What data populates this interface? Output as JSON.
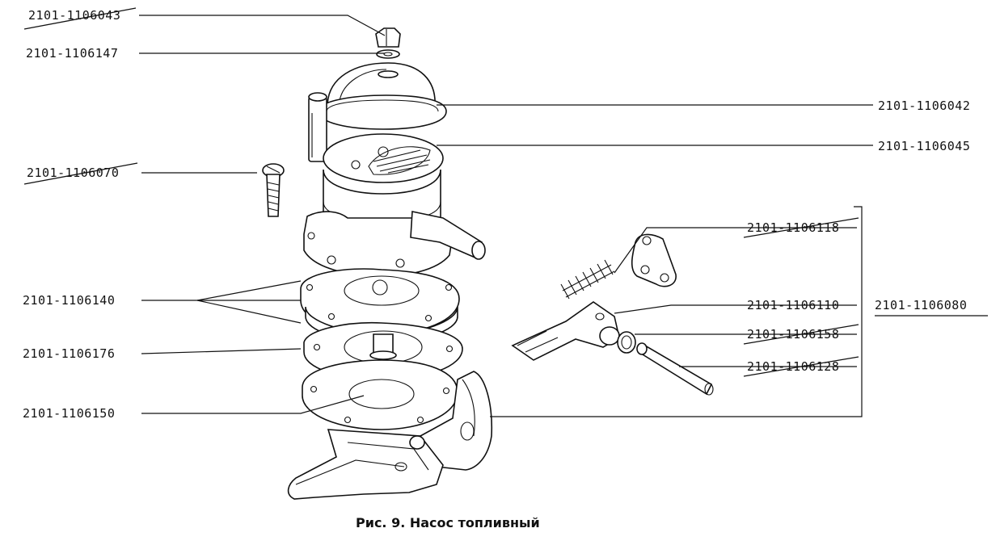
{
  "labels": {
    "bolt": "2101-1106043",
    "bolt_washer": "2101-1106147",
    "cover": "2101-1106042",
    "filter": "2101-1106045",
    "cover_screw": "2101-1106070",
    "gaskets": "2101-1106140",
    "spacer": "2101-1106176",
    "diaphragm_assembly": "2101-1106150",
    "spring": "2101-1106118",
    "lever": "2101-1106110",
    "pump_assembly": "2101-1106080",
    "ring": "2101-1106158",
    "axle": "2101-1106128"
  },
  "caption": "Рис. 9. Насос топливный",
  "colors": {
    "ink": "#111111",
    "paper": "#ffffff"
  }
}
